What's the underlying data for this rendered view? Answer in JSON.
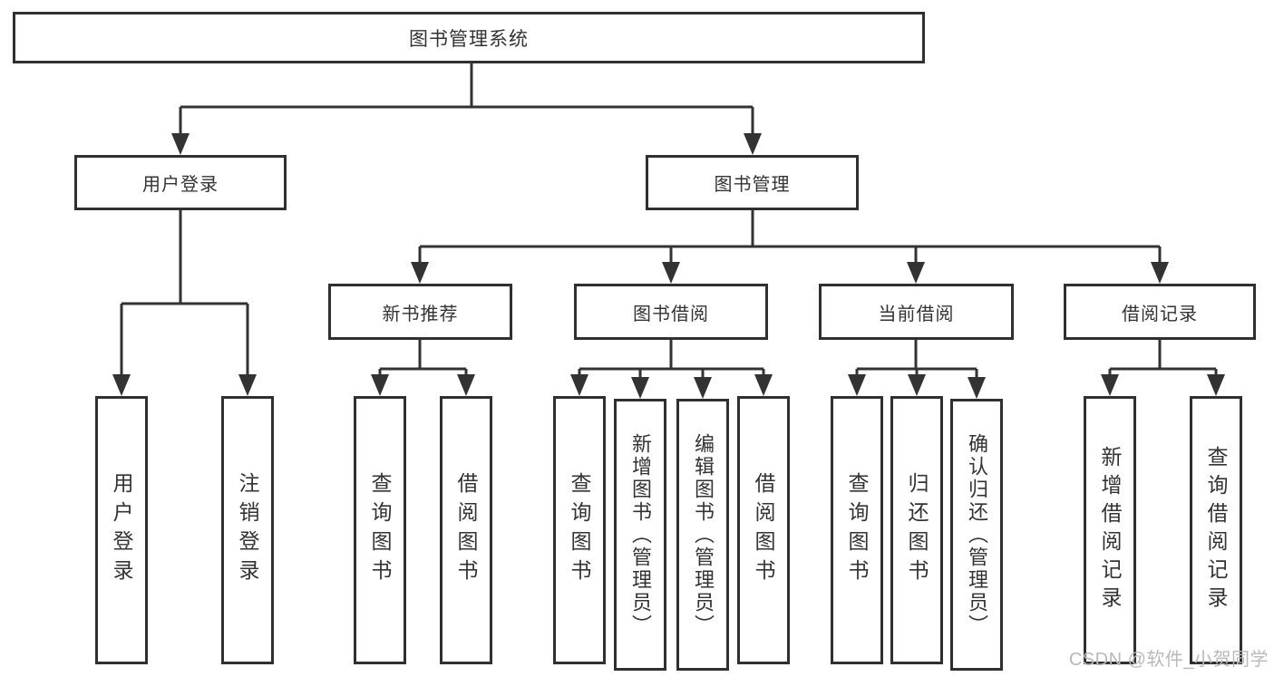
{
  "colors": {
    "line": "#333333",
    "box_border": "#303030",
    "text": "#333333",
    "watermark": "#b9b9b9",
    "background": "#ffffff"
  },
  "tree": {
    "root": {
      "label": "图书管理系统"
    },
    "branches": [
      {
        "label": "用户登录",
        "leaves": [
          {
            "label": "用户登录"
          },
          {
            "label": "注销登录"
          }
        ]
      },
      {
        "label": "图书管理",
        "groups": [
          {
            "label": "新书推荐",
            "leaves": [
              {
                "label": "查询图书"
              },
              {
                "label": "借阅图书"
              }
            ]
          },
          {
            "label": "图书借阅",
            "leaves": [
              {
                "label": "查询图书"
              },
              {
                "label": "新增图书（管理员）"
              },
              {
                "label": "编辑图书（管理员）"
              },
              {
                "label": "借阅图书"
              }
            ]
          },
          {
            "label": "当前借阅",
            "leaves": [
              {
                "label": "查询图书"
              },
              {
                "label": "归还图书"
              },
              {
                "label": "确认归还（管理员）"
              }
            ]
          },
          {
            "label": "借阅记录",
            "leaves": [
              {
                "label": "新增借阅记录"
              },
              {
                "label": "查询借阅记录"
              }
            ]
          }
        ]
      }
    ]
  },
  "watermark": {
    "text": "CSDN @软件_小贺同学"
  }
}
